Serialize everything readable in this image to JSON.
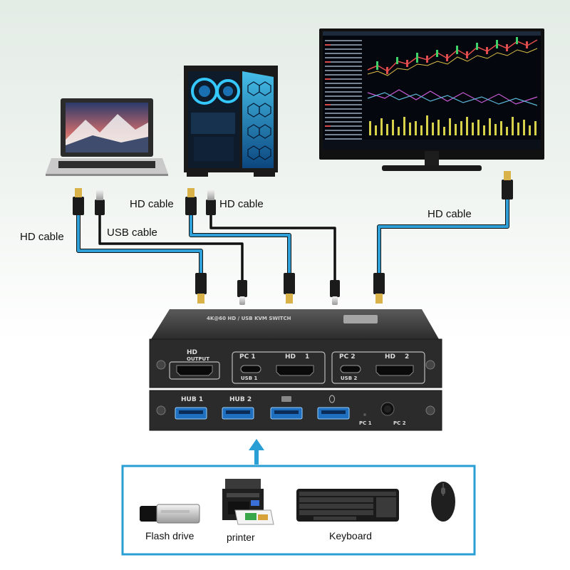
{
  "labels": {
    "hd_cable_left": "HD cable",
    "usb_cable": "USB cable",
    "hd_cable_pc_left": "HD cable",
    "hd_cable_pc_right": "HD cable",
    "hd_cable_monitor": "HD cable"
  },
  "switch": {
    "top_label": "4K@60 HD / USB KVM SWITCH",
    "hd_output": "HD",
    "hd_output_sub": "OUTPUT",
    "pc1": "PC 1",
    "hd1": "HD",
    "hd1_num": "1",
    "usb1": "USB 1",
    "pc2": "PC 2",
    "hd2": "HD",
    "hd2_num": "2",
    "usb2": "USB 2",
    "hub1": "HUB 1",
    "hub2": "HUB 2",
    "pc1_led": "PC 1",
    "pc2_led": "PC 2"
  },
  "devices": [
    {
      "label": "Flash drive"
    },
    {
      "label": "printer"
    },
    {
      "label": "Keyboard"
    },
    {
      "label": ""
    }
  ],
  "colors": {
    "cable_blue": "#2f9fd8",
    "cable_black": "#111111",
    "box_border": "#2a9fd6",
    "arrow": "#2a9fd6",
    "switch_body": "#2b2b2b"
  }
}
